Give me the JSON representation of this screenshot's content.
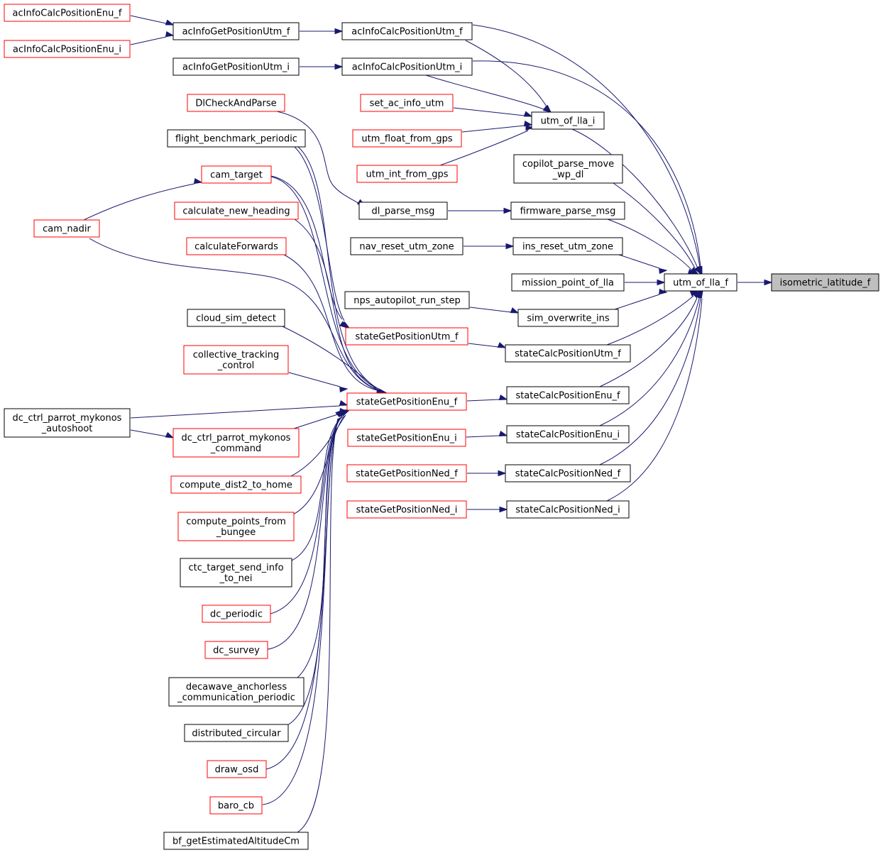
{
  "colors": {
    "edge": "#191970",
    "border_default": "#000000",
    "border_truncated": "#ff0000",
    "fill_default": "#ffffff",
    "fill_focus": "#bfbfbf",
    "text": "#000000"
  },
  "nodes": {
    "isometric_latitude_f": {
      "lines": [
        "isometric_latitude_f"
      ],
      "style": "focus"
    },
    "utm_of_lla_f": {
      "lines": [
        "utm_of_lla_f"
      ],
      "style": "normal"
    },
    "utm_of_lla_i": {
      "lines": [
        "utm_of_lla_i"
      ],
      "style": "normal"
    },
    "acInfoCalcPositionUtm_f": {
      "lines": [
        "acInfoCalcPositionUtm_f"
      ],
      "style": "normal"
    },
    "acInfoCalcPositionUtm_i": {
      "lines": [
        "acInfoCalcPositionUtm_i"
      ],
      "style": "normal"
    },
    "acInfoGetPositionUtm_f": {
      "lines": [
        "acInfoGetPositionUtm_f"
      ],
      "style": "normal"
    },
    "acInfoGetPositionUtm_i": {
      "lines": [
        "acInfoGetPositionUtm_i"
      ],
      "style": "normal"
    },
    "acInfoCalcPositionEnu_f": {
      "lines": [
        "acInfoCalcPositionEnu_f"
      ],
      "style": "truncated"
    },
    "acInfoCalcPositionEnu_i": {
      "lines": [
        "acInfoCalcPositionEnu_i"
      ],
      "style": "truncated"
    },
    "set_ac_info_utm": {
      "lines": [
        "set_ac_info_utm"
      ],
      "style": "truncated"
    },
    "utm_float_from_gps": {
      "lines": [
        "utm_float_from_gps"
      ],
      "style": "truncated"
    },
    "utm_int_from_gps": {
      "lines": [
        "utm_int_from_gps"
      ],
      "style": "truncated"
    },
    "copilot_parse_move_wp_dl": {
      "lines": [
        "copilot_parse_move",
        "_wp_dl"
      ],
      "style": "normal"
    },
    "firmware_parse_msg": {
      "lines": [
        "firmware_parse_msg"
      ],
      "style": "normal"
    },
    "dl_parse_msg": {
      "lines": [
        "dl_parse_msg"
      ],
      "style": "normal"
    },
    "DlCheckAndParse": {
      "lines": [
        "DlCheckAndParse"
      ],
      "style": "truncated"
    },
    "ins_reset_utm_zone": {
      "lines": [
        "ins_reset_utm_zone"
      ],
      "style": "normal"
    },
    "nav_reset_utm_zone": {
      "lines": [
        "nav_reset_utm_zone"
      ],
      "style": "normal"
    },
    "mission_point_of_lla": {
      "lines": [
        "mission_point_of_lla"
      ],
      "style": "normal"
    },
    "sim_overwrite_ins": {
      "lines": [
        "sim_overwrite_ins"
      ],
      "style": "normal"
    },
    "nps_autopilot_run_step": {
      "lines": [
        "nps_autopilot_run_step"
      ],
      "style": "normal"
    },
    "stateCalcPositionUtm_f": {
      "lines": [
        "stateCalcPositionUtm_f"
      ],
      "style": "normal"
    },
    "stateGetPositionUtm_f": {
      "lines": [
        "stateGetPositionUtm_f"
      ],
      "style": "truncated"
    },
    "stateCalcPositionEnu_f": {
      "lines": [
        "stateCalcPositionEnu_f"
      ],
      "style": "normal"
    },
    "stateGetPositionEnu_f": {
      "lines": [
        "stateGetPositionEnu_f"
      ],
      "style": "truncated"
    },
    "stateCalcPositionEnu_i": {
      "lines": [
        "stateCalcPositionEnu_i"
      ],
      "style": "normal"
    },
    "stateGetPositionEnu_i": {
      "lines": [
        "stateGetPositionEnu_i"
      ],
      "style": "truncated"
    },
    "stateCalcPositionNed_f": {
      "lines": [
        "stateCalcPositionNed_f"
      ],
      "style": "normal"
    },
    "stateGetPositionNed_f": {
      "lines": [
        "stateGetPositionNed_f"
      ],
      "style": "truncated"
    },
    "stateCalcPositionNed_i": {
      "lines": [
        "stateCalcPositionNed_i"
      ],
      "style": "normal"
    },
    "stateGetPositionNed_i": {
      "lines": [
        "stateGetPositionNed_i"
      ],
      "style": "truncated"
    },
    "flight_benchmark_periodic": {
      "lines": [
        "flight_benchmark_periodic"
      ],
      "style": "normal"
    },
    "cam_target": {
      "lines": [
        "cam_target"
      ],
      "style": "truncated"
    },
    "cam_nadir": {
      "lines": [
        "cam_nadir"
      ],
      "style": "truncated"
    },
    "calculate_new_heading": {
      "lines": [
        "calculate_new_heading"
      ],
      "style": "truncated"
    },
    "calculateForwards": {
      "lines": [
        "calculateForwards"
      ],
      "style": "truncated"
    },
    "cloud_sim_detect": {
      "lines": [
        "cloud_sim_detect"
      ],
      "style": "normal"
    },
    "collective_tracking_control": {
      "lines": [
        "collective_tracking",
        "_control"
      ],
      "style": "truncated"
    },
    "dc_ctrl_parrot_mykonos_autoshoot": {
      "lines": [
        "dc_ctrl_parrot_mykonos",
        "_autoshoot"
      ],
      "style": "normal"
    },
    "dc_ctrl_parrot_mykonos_command": {
      "lines": [
        "dc_ctrl_parrot_mykonos",
        "_command"
      ],
      "style": "truncated"
    },
    "compute_dist2_to_home": {
      "lines": [
        "compute_dist2_to_home"
      ],
      "style": "truncated"
    },
    "compute_points_from_bungee": {
      "lines": [
        "compute_points_from",
        "_bungee"
      ],
      "style": "truncated"
    },
    "ctc_target_send_info_to_nei": {
      "lines": [
        "ctc_target_send_info",
        "_to_nei"
      ],
      "style": "normal"
    },
    "dc_periodic": {
      "lines": [
        "dc_periodic"
      ],
      "style": "truncated"
    },
    "dc_survey": {
      "lines": [
        "dc_survey"
      ],
      "style": "truncated"
    },
    "decawave_anchorless_communication_periodic": {
      "lines": [
        "decawave_anchorless",
        "_communication_periodic"
      ],
      "style": "normal"
    },
    "distributed_circular": {
      "lines": [
        "distributed_circular"
      ],
      "style": "normal"
    },
    "draw_osd": {
      "lines": [
        "draw_osd"
      ],
      "style": "truncated"
    },
    "baro_cb": {
      "lines": [
        "baro_cb"
      ],
      "style": "truncated"
    },
    "bf_getEstimatedAltitudeCm": {
      "lines": [
        "bf_getEstimatedAltitudeCm"
      ],
      "style": "normal"
    }
  }
}
